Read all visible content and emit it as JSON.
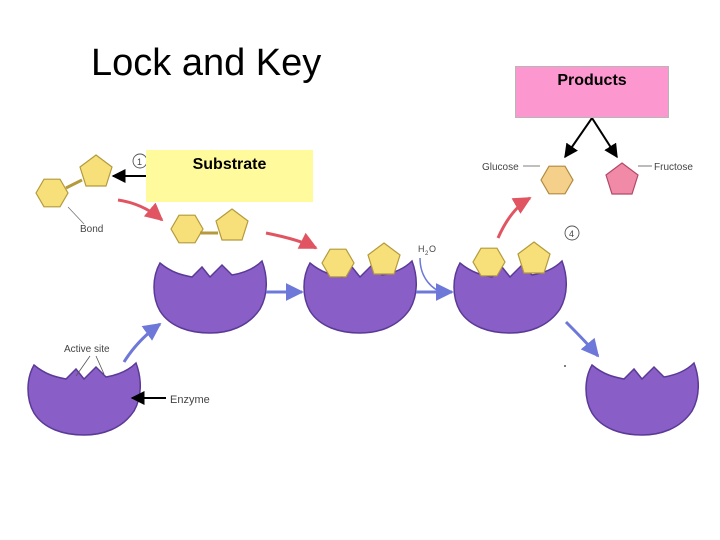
{
  "title": "Lock and Key",
  "callouts": {
    "substrate": "Substrate",
    "products": "Products"
  },
  "labels": {
    "step1": "1",
    "step4": "4",
    "bond": "Bond",
    "active_site": "Active site",
    "enzyme": "Enzyme",
    "glucose": "Glucose",
    "fructose": "Fructose",
    "water_h": "H",
    "water_sub": "2",
    "water_o": "O"
  },
  "colors": {
    "enzyme_fill": "#8a5ec7",
    "enzyme_stroke": "#5a3a96",
    "glucose_fill": "#f7e07a",
    "fructose_fill": "#f18aa6",
    "product_glucose_fill": "#f5d08a",
    "arrow_red": "#e05561",
    "arrow_blue": "#6d78d8",
    "substrate_box": "#fffa9b",
    "products_box": "#fc98cf"
  }
}
